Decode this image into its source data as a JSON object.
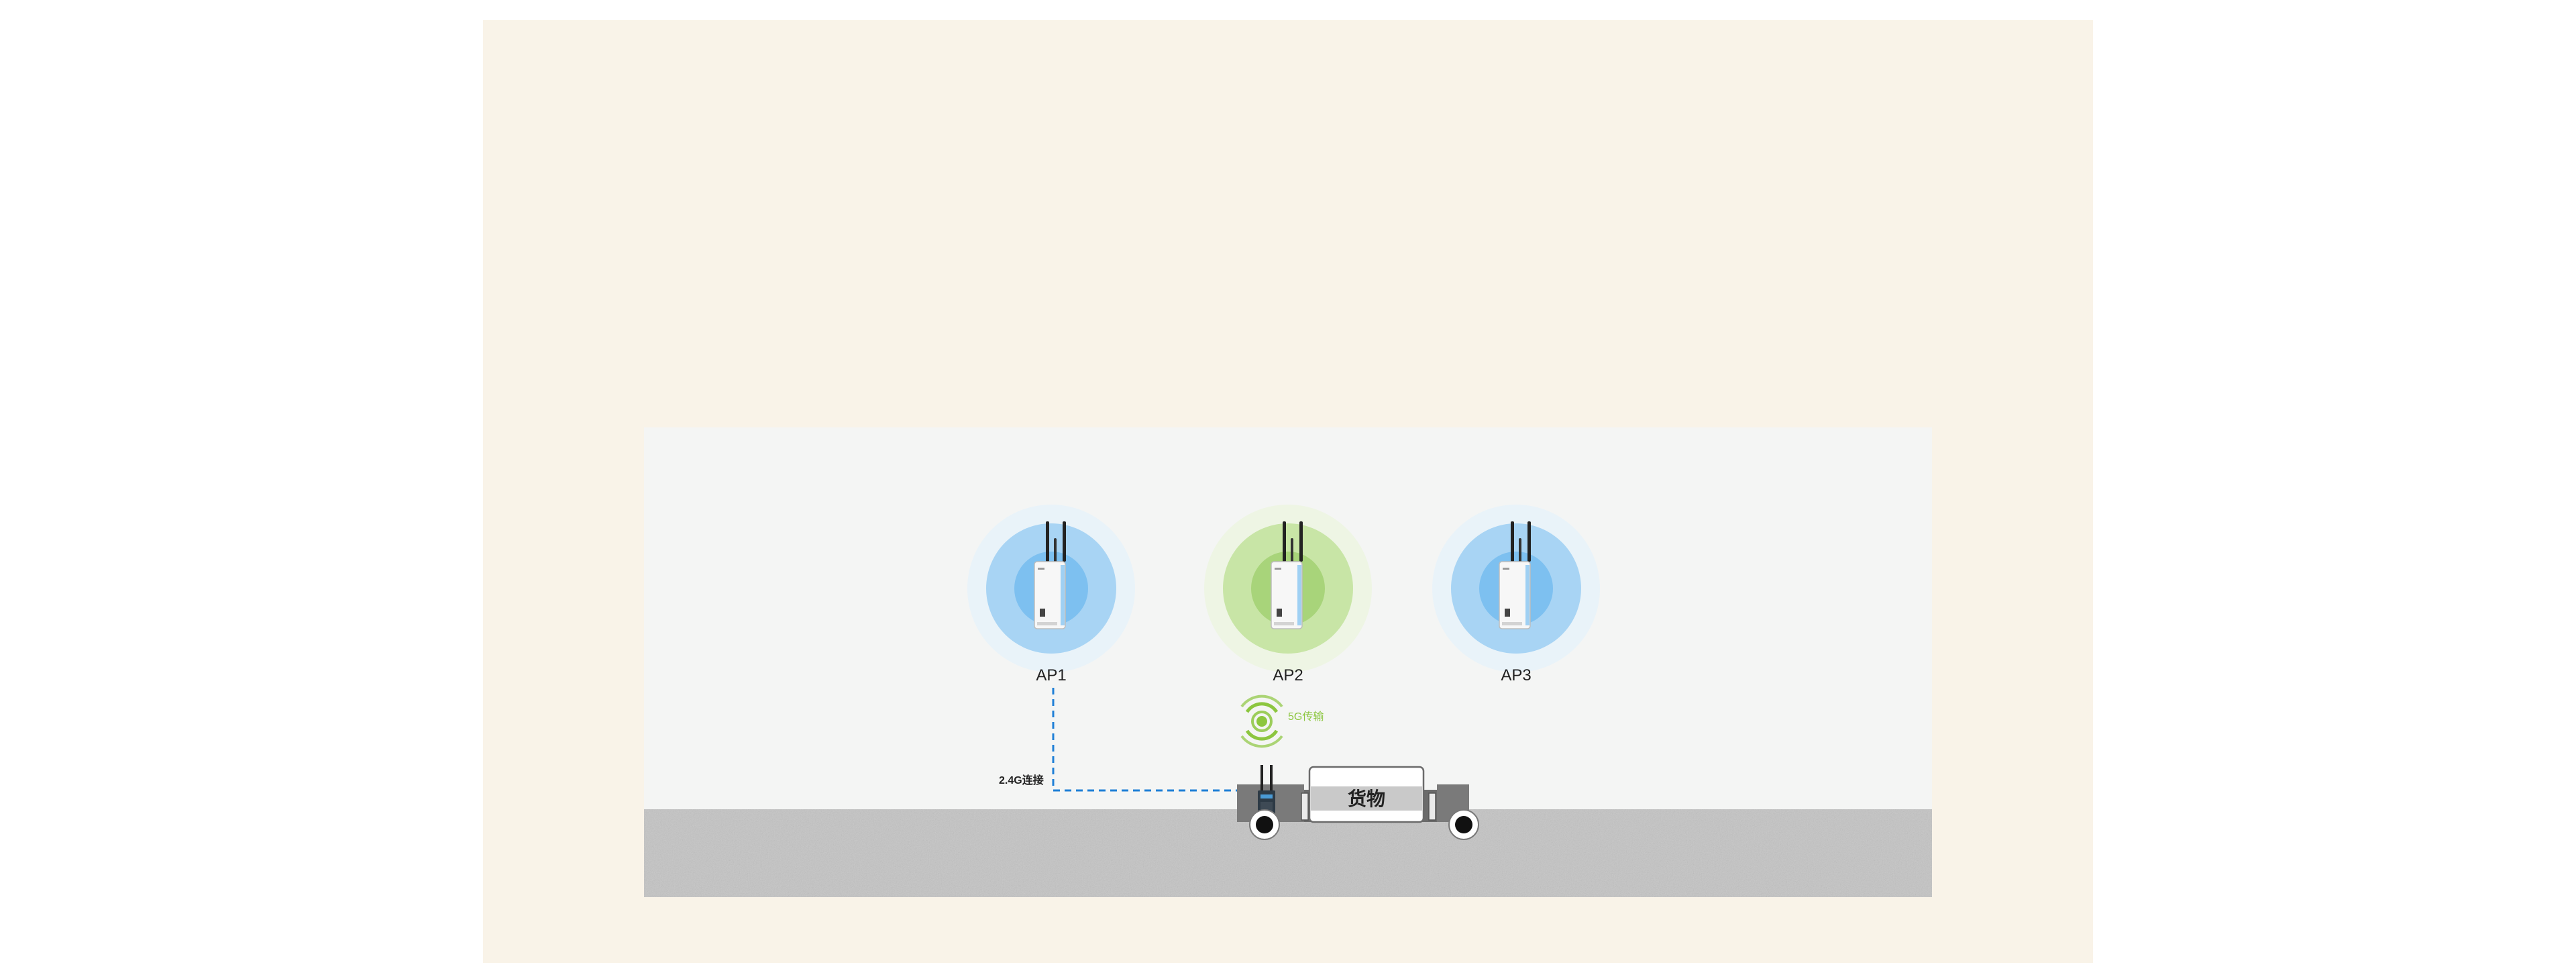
{
  "colors": {
    "outer_background": "#f9f3e8",
    "scene_background": "#f4f5f4",
    "ground": "#c4c4c4",
    "ap_blue_outer": "#d6ebf7",
    "ap_blue_mid": "#a8d4f4",
    "ap_blue_inner": "#7dc0f0",
    "ap_green_outer": "#e3f0d2",
    "ap_green_mid": "#c8e5a6",
    "ap_green_inner": "#a8d47a",
    "link_dashed": "#1e7fd6",
    "signal_green": "#8cc63f",
    "vehicle_body": "#6b6b6b",
    "cargo_label_band": "#c9c9c9"
  },
  "access_points": [
    {
      "label": "AP1",
      "status": "idle",
      "color_scheme": "blue"
    },
    {
      "label": "AP2",
      "status": "active",
      "color_scheme": "green"
    },
    {
      "label": "AP3",
      "status": "idle",
      "color_scheme": "blue"
    }
  ],
  "links": {
    "wired_2_4g_label": "2.4G连接",
    "wireless_5g_label": "5G传输"
  },
  "vehicle": {
    "cargo_label": "货物"
  },
  "icons": [
    "router-icon",
    "wifi-signal-icon",
    "wheel-icon"
  ]
}
